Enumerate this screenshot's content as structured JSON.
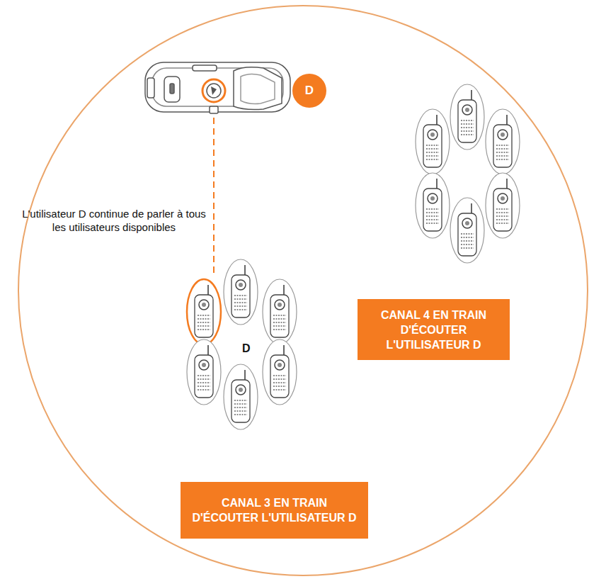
{
  "diagram": {
    "nodes": [
      {
        "text": [
          "D"
        ]
      },
      {
        "text": [
          "CANAL 4 EN TRAIN D'ÉCOUTER L'UTILISATEUR D"
        ]
      },
      {
        "text": [
          "CANAL 3 EN TRAIN D'ÉCOUTER L'UTILISATEUR D"
        ]
      }
    ],
    "labels": [
      "L'utilisateur D continue de parler à tous les utilisateurs disponibles",
      "D"
    ]
  }
}
